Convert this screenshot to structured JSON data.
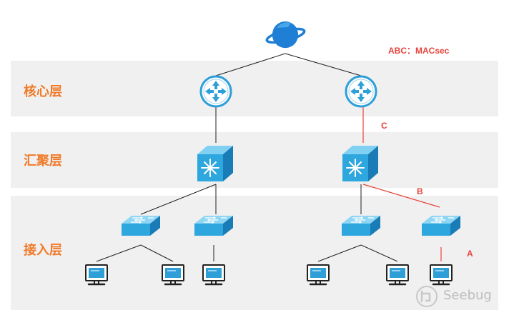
{
  "layers": {
    "core": "核心层",
    "aggregation": "汇聚层",
    "access": "接入层"
  },
  "legend": "ABC：MACsec",
  "links": {
    "a": "A",
    "b": "B",
    "c": "C"
  },
  "watermark": "Seebug",
  "colors": {
    "layer_label": "#f07a2a",
    "macsec_link": "#e8433a",
    "band": "#f0f0f0",
    "device_blue": "#2f9fd8"
  },
  "icons": [
    "internet-globe-icon",
    "router-icon",
    "core-switch-icon",
    "access-switch-icon",
    "computer-icon"
  ]
}
